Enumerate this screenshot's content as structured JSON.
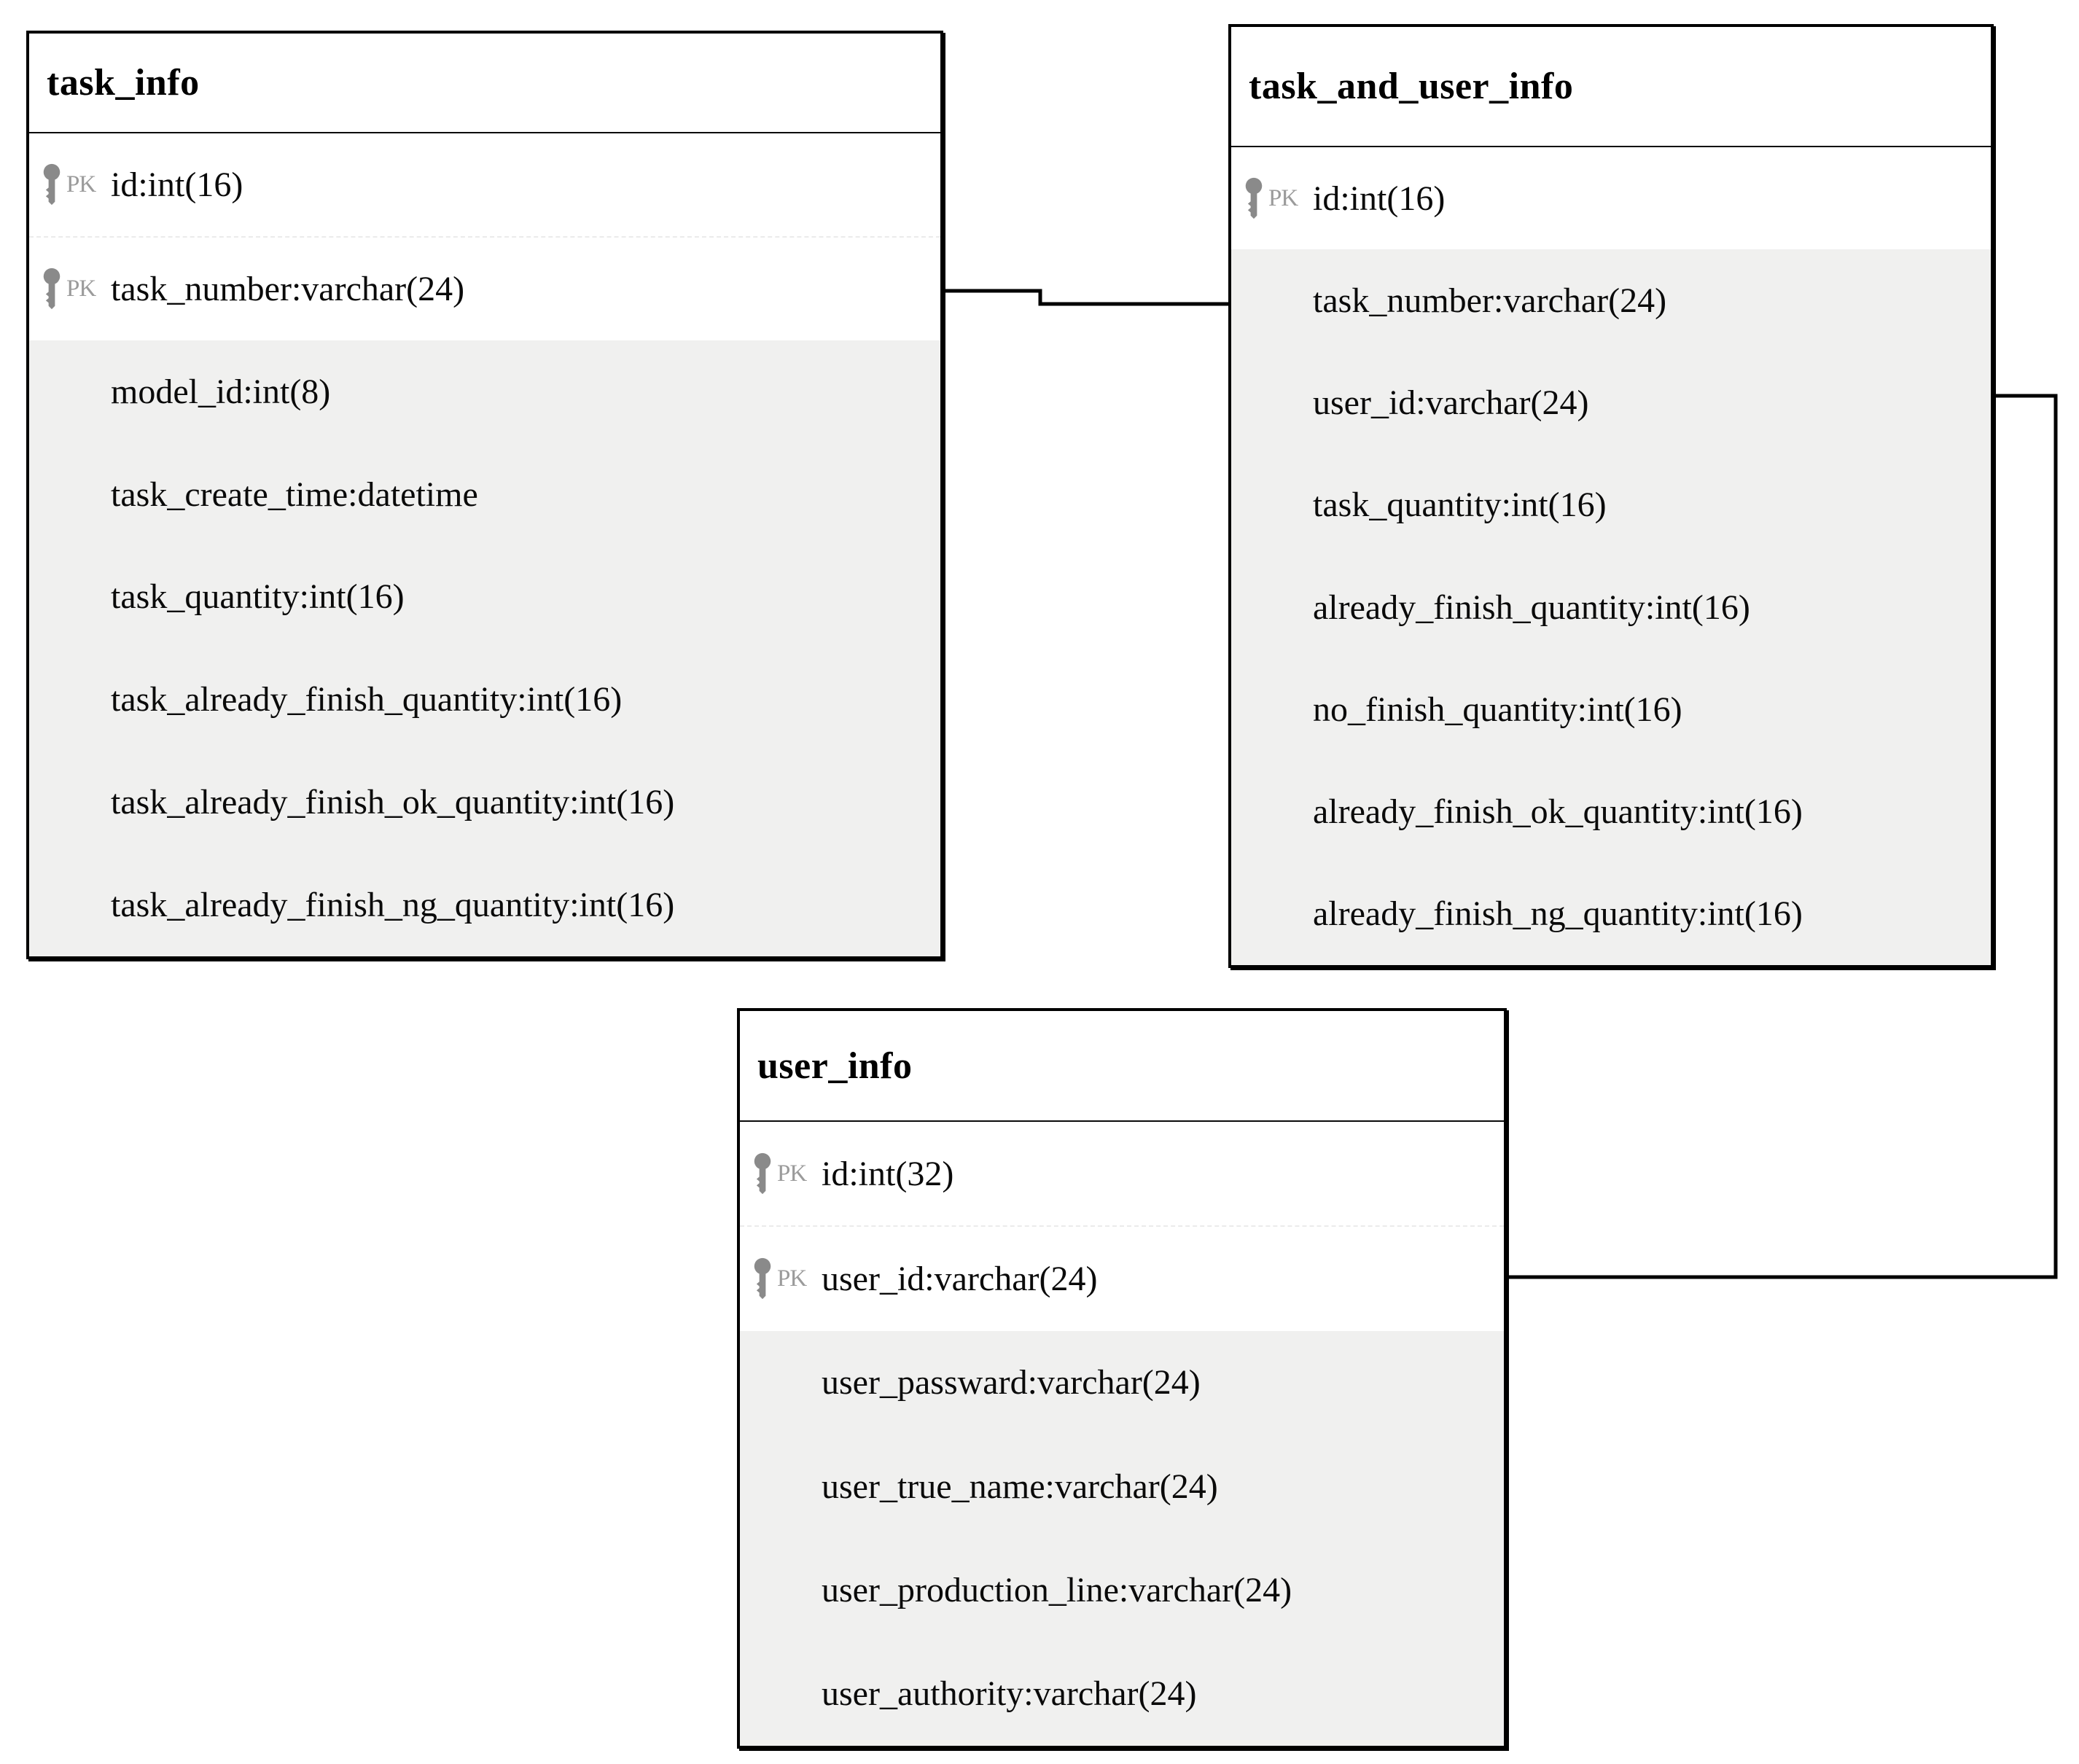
{
  "diagram": {
    "pk_label": "PK",
    "colors": {
      "background": "#ffffff",
      "border": "#000000",
      "row_shaded": "#f0f0ef",
      "row_pk": "#ffffff",
      "key_icon": "#8a8a8a",
      "pk_text": "#9b9b9b",
      "field_text": "#0a0a0a"
    },
    "tables": [
      {
        "name": "task_info",
        "fields": [
          {
            "pk": true,
            "label": "id:int(16)"
          },
          {
            "pk": true,
            "label": "task_number:varchar(24)"
          },
          {
            "pk": false,
            "label": "model_id:int(8)"
          },
          {
            "pk": false,
            "label": "task_create_time:datetime"
          },
          {
            "pk": false,
            "label": "task_quantity:int(16)"
          },
          {
            "pk": false,
            "label": "task_already_finish_quantity:int(16)"
          },
          {
            "pk": false,
            "label": "task_already_finish_ok_quantity:int(16)"
          },
          {
            "pk": false,
            "label": "task_already_finish_ng_quantity:int(16)"
          }
        ]
      },
      {
        "name": "task_and_user_info",
        "fields": [
          {
            "pk": true,
            "label": "id:int(16)"
          },
          {
            "pk": false,
            "label": "task_number:varchar(24)"
          },
          {
            "pk": false,
            "label": "user_id:varchar(24)"
          },
          {
            "pk": false,
            "label": "task_quantity:int(16)"
          },
          {
            "pk": false,
            "label": "already_finish_quantity:int(16)"
          },
          {
            "pk": false,
            "label": "no_finish_quantity:int(16)"
          },
          {
            "pk": false,
            "label": "already_finish_ok_quantity:int(16)"
          },
          {
            "pk": false,
            "label": "already_finish_ng_quantity:int(16)"
          }
        ]
      },
      {
        "name": "user_info",
        "fields": [
          {
            "pk": true,
            "label": "id:int(32)"
          },
          {
            "pk": true,
            "label": "user_id:varchar(24)"
          },
          {
            "pk": false,
            "label": "user_passward:varchar(24)"
          },
          {
            "pk": false,
            "label": "user_true_name:varchar(24)"
          },
          {
            "pk": false,
            "label": "user_production_line:varchar(24)"
          },
          {
            "pk": false,
            "label": "user_authority:varchar(24)"
          }
        ]
      }
    ],
    "relationships": [
      {
        "from": "task_info",
        "to": "task_and_user_info"
      },
      {
        "from": "task_and_user_info",
        "to": "user_info"
      }
    ]
  }
}
